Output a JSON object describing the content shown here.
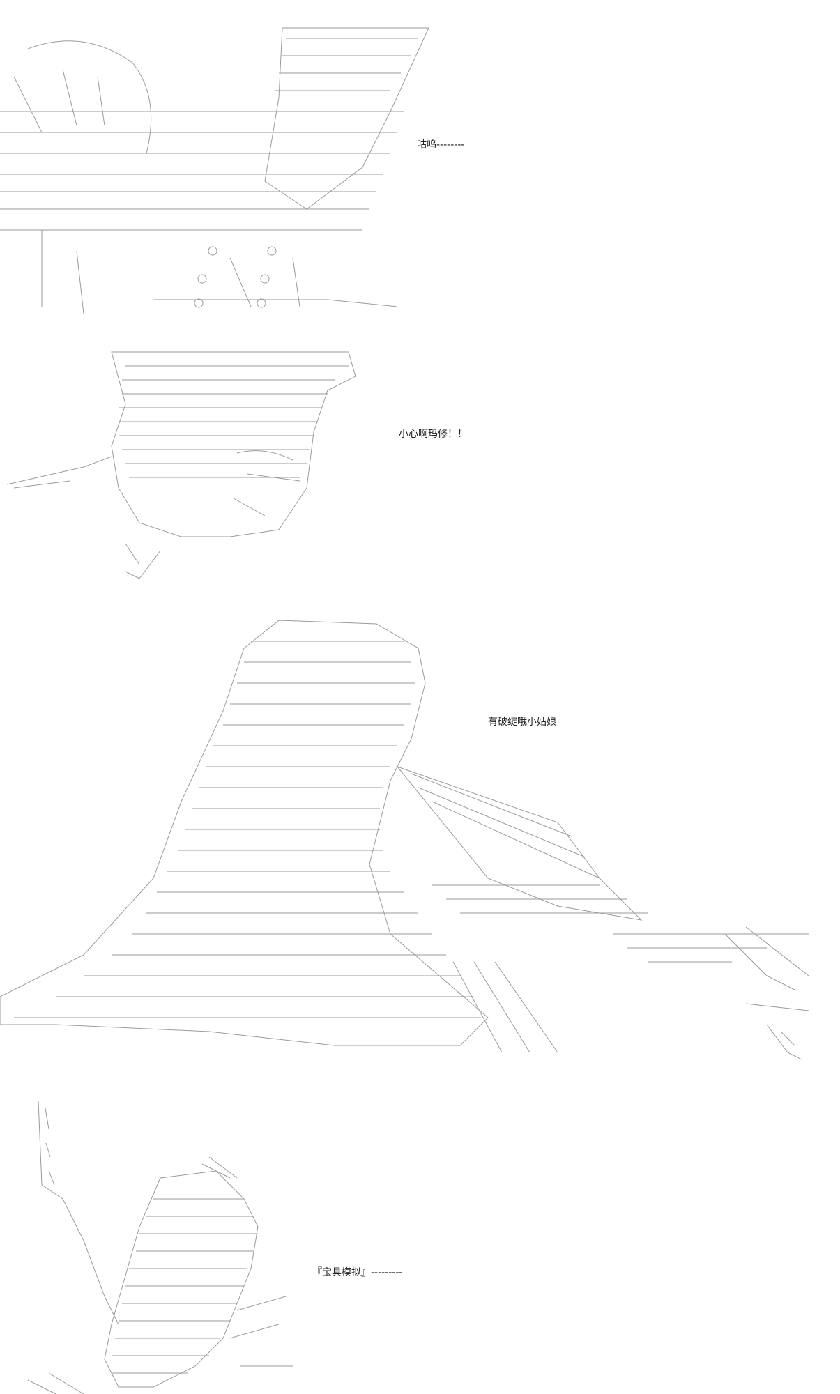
{
  "panels": [
    {
      "id": "panel-1",
      "line": "咕呜--------"
    },
    {
      "id": "panel-2",
      "line": "小心啊玛修！！"
    },
    {
      "id": "panel-3",
      "line": "有破绽哦小姑娘"
    },
    {
      "id": "panel-4",
      "line": "『宝具模拟』---------"
    }
  ]
}
